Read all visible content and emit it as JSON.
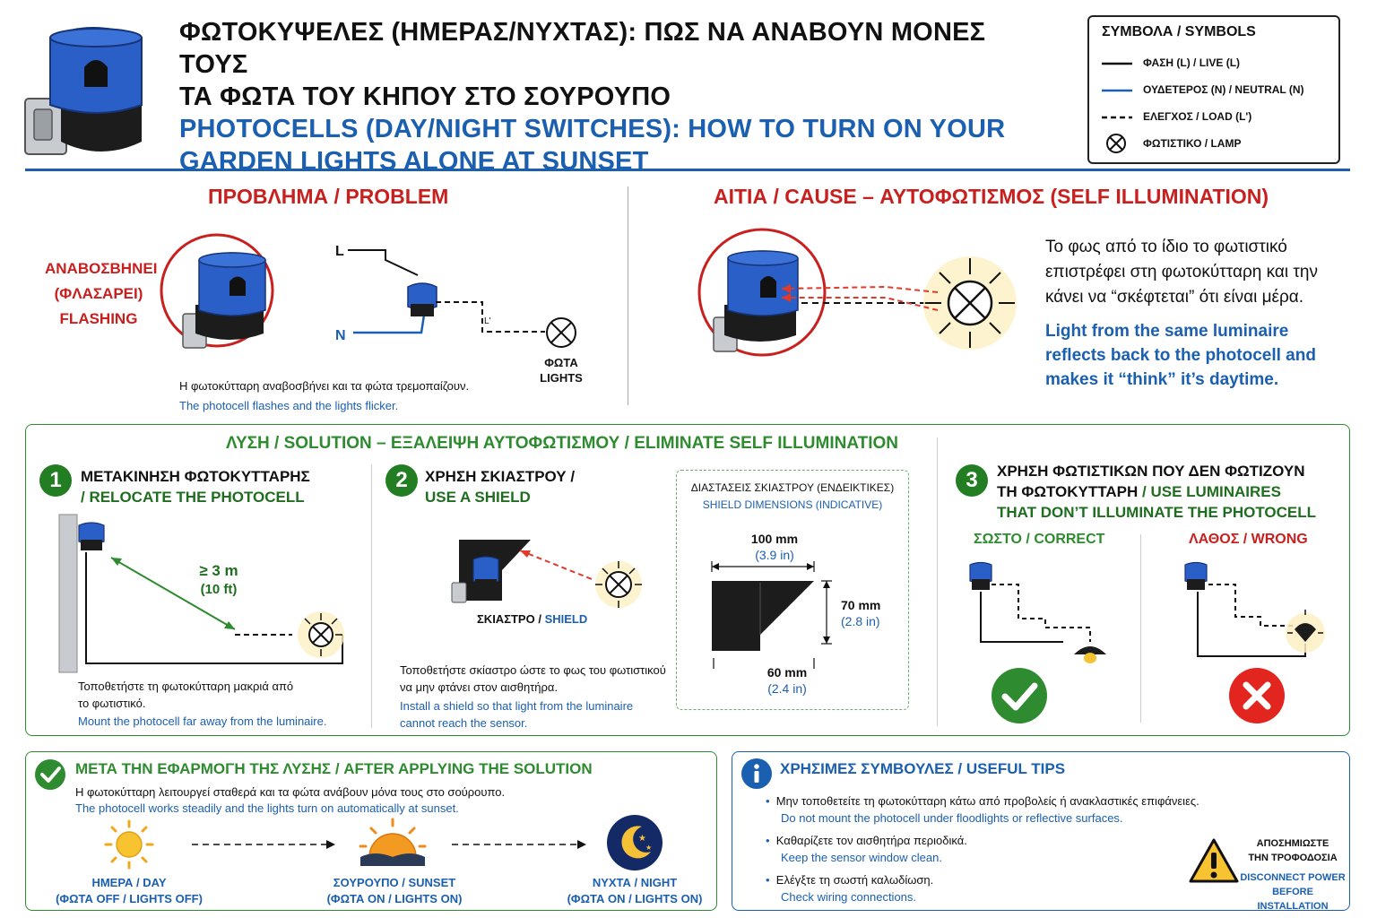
{
  "header": {
    "title_gr_1": "ΦΩΤΟΚΥΨΕΛΕΣ (ΗΜΕΡΑΣ/ΝΥΧΤΑΣ): ΠΩΣ ΝΑ ΑΝΑΒΟΥΝ ΜΟΝΕΣ ΤΟΥΣ",
    "title_gr_2": "ΤΑ ΦΩΤΑ ΤΟΥ ΚΗΠΟΥ ΣΤΟ ΣΟΥΡΟΥΠΟ",
    "title_en_1": "PHOTOCELLS (DAY/NIGHT SWITCHES): HOW TO TURN ON YOUR",
    "title_en_2": "GARDEN LIGHTS ALONE AT SUNSET"
  },
  "symbols": {
    "title": "ΣΥΜΒΟΛΑ / SYMBOLS",
    "live": "ΦΑΣΗ (L) / LIVE (L)",
    "neutral": "ΟΥΔΕΤΕΡΟΣ (N) / NEUTRAL (N)",
    "load": "ΕΛΕΓΧΟΣ / LOAD (L')",
    "lamp": "ΦΩΤΙΣΤΙΚΟ / LAMP"
  },
  "problem": {
    "heading": "ΠΡΟΒΛΗΜΑ / PROBLEM",
    "flash_1": "ΑΝΑΒΟΣΒΗΝΕΙ",
    "flash_2": "(ΦΛΑΣΑΡΕΙ)",
    "flash_3": "FLASHING",
    "label_l": "L",
    "label_n": "N",
    "label_l_prime": "L'",
    "lamp_gr": "ΦΩΤΑ",
    "lamp_en": "LIGHTS",
    "desc_gr": "Η φωτοκύτταρη αναβοσβήνει και τα φώτα τρεμοπαίζουν.",
    "desc_en": "The photocell flashes and the lights flicker."
  },
  "cause": {
    "heading_red": "ΑΙΤΙΑ / CAUSE – ΑΥΤΟΦΩΤΙΣΜΟΣ (SELF ILLUMINATION)",
    "gr_1": "Το φως από το ίδιο το φωτιστικό",
    "gr_2": "επιστρέφει στη φωτοκύτταρη και την",
    "gr_3": "κάνει να “σκέφτεται” ότι είναι μέρα.",
    "en_1": "Light from the same luminaire",
    "en_2": "reflects back to the photocell and",
    "en_3": "makes it “think” it’s daytime."
  },
  "solution": {
    "heading": "ΛΥΣΗ / SOLUTION – ΕΞΑΛΕΙΨΗ ΑΥΤΟΦΩΤΙΣΜΟΥ / ELIMINATE SELF ILLUMINATION",
    "step1": {
      "num": "1",
      "title_gr": "ΜΕΤΑΚΙΝΗΣΗ ΦΩΤΟΚΥΤΤΑΡΗΣ",
      "title_en": "/ RELOCATE THE PHOTOCELL",
      "dist_1": "≥ 3 m",
      "dist_2": "(10 ft)",
      "desc_gr_1": "Τοποθετήστε τη φωτοκύτταρη μακριά από",
      "desc_gr_2": "το φωτιστικό.",
      "desc_en": "Mount the photocell far away from the luminaire."
    },
    "step2": {
      "num": "2",
      "title_gr": "ΧΡΗΣΗ ΣΚΙΑΣΤΡΟΥ /",
      "title_en": "USE A SHIELD",
      "shield_gr": "ΣΚΙΑΣΤΡΟ /",
      "shield_en": "SHIELD",
      "desc_gr_1": "Τοποθετήστε σκίαστρο ώστε το φως του φωτιστικού",
      "desc_gr_2": "να μην φτάνει στον αισθητήρα.",
      "desc_en_1": "Install a shield so that light from the luminaire",
      "desc_en_2": "cannot reach the sensor.",
      "dims_title_gr": "ΔΙΑΣΤΑΣΕΙΣ ΣΚΙΑΣΤΡΟΥ (ΕΝΔΕΙΚΤΙΚΕΣ)",
      "dims_title_en": "SHIELD DIMENSIONS (INDICATIVE)",
      "dim_w": "100 mm",
      "dim_w_in": "(3.9 in)",
      "dim_h": "70 mm",
      "dim_h_in": "(2.8 in)",
      "dim_d": "60 mm",
      "dim_d_in": "(2.4 in)"
    },
    "step3": {
      "num": "3",
      "title_gr_1": "ΧΡΗΣΗ ΦΩΤΙΣΤΙΚΩΝ ΠΟΥ ΔΕΝ ΦΩΤΙΖΟΥΝ",
      "title_gr_2": "ΤΗ ΦΩΤΟΚΥΤΤΑΡΗ",
      "title_en_1": "/ USE LUMINAIRES",
      "title_en_2": "THAT DON’T ILLUMINATE THE PHOTOCELL",
      "correct_gr": "ΣΩΣΤΟ",
      "correct_en": "/ CORRECT",
      "wrong_gr": "ΛΑΘΟΣ",
      "wrong_en": "/ WRONG"
    }
  },
  "after": {
    "heading": "ΜΕΤΑ ΤΗΝ ΕΦΑΡΜΟΓΗ ΤΗΣ ΛΥΣΗΣ / AFTER APPLYING THE SOLUTION",
    "desc_gr": "Η φωτοκύτταρη λειτουργεί σταθερά και τα φώτα ανάβουν μόνα τους στο σούρουπο.",
    "desc_en": "The photocell works steadily and the lights turn on automatically at sunset.",
    "day_1": "ΗΜΕΡΑ / DAY",
    "day_2": "(ΦΩΤΑ OFF / LIGHTS OFF)",
    "sunset_1": "ΣΟΥΡΟΥΠΟ / SUNSET",
    "sunset_2": "(ΦΩΤΑ ON / LIGHTS ON)",
    "night_1": "ΝΥΧΤΑ / NIGHT",
    "night_2": "(ΦΩΤΑ ON / LIGHTS ON)"
  },
  "tips": {
    "heading": "ΧΡΗΣΙΜΕΣ ΣΥΜΒΟΥΛΕΣ / USEFUL TIPS",
    "t1_gr": "Μην τοποθετείτε τη φωτοκύτταρη κάτω από προβολείς ή ανακλαστικές επιφάνειες.",
    "t1_en": "Do not mount the photocell under floodlights or reflective surfaces.",
    "t2_gr": "Καθαρίζετε τον αισθητήρα περιοδικά.",
    "t2_en": "Keep the sensor window clean.",
    "t3_gr": "Ελέγξτε τη σωστή καλωδίωση.",
    "t3_en": "Check wiring connections.",
    "warn_gr_1": "ΑΠΟΣΗΜΙΩΣΤΕ",
    "warn_gr_2": "ΤΗΝ ΤΡΟΦΟΔΟΣΙΑ",
    "warn_en_1": "DISCONNECT POWER",
    "warn_en_2": "BEFORE INSTALLATION"
  },
  "colors": {
    "green": "#2e8b2f",
    "blue": "#1b5fb0",
    "red": "#c8201f",
    "cell_blue": "#1f4fb5"
  }
}
